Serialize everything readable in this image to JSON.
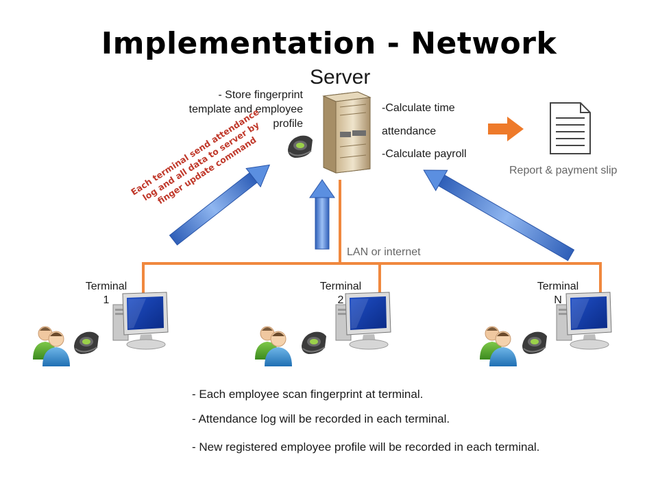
{
  "title": "Implementation - Network",
  "server": {
    "title": "Server",
    "left_note": "- Store fingerprint template and employee profile",
    "right_notes": [
      "-Calculate time",
      "attendance",
      "-Calculate payroll"
    ]
  },
  "report": {
    "label": "Report & payment slip"
  },
  "network": {
    "label": "LAN or internet"
  },
  "upload_note": "Each terminal send attendance log and all data to server by finger update command",
  "terminals": [
    {
      "label_line1": "Terminal",
      "label_line2": "1"
    },
    {
      "label_line1": "Terminal",
      "label_line2": "2"
    },
    {
      "label_line1": "Terminal",
      "label_line2": "N"
    }
  ],
  "notes": [
    "- Each employee scan fingerprint at terminal.",
    "- Attendance log will be recorded in each terminal.",
    "- New registered employee profile will be recorded in each terminal."
  ],
  "colors": {
    "network_line": "#f0883e",
    "arrow_blue": "#4a7fd4",
    "arrow_orange": "#ee7a2a",
    "note_text": "#c0392b"
  },
  "icons": [
    "server-icon",
    "document-icon",
    "fingerprint-scanner-icon",
    "computer-icon",
    "users-icon"
  ]
}
